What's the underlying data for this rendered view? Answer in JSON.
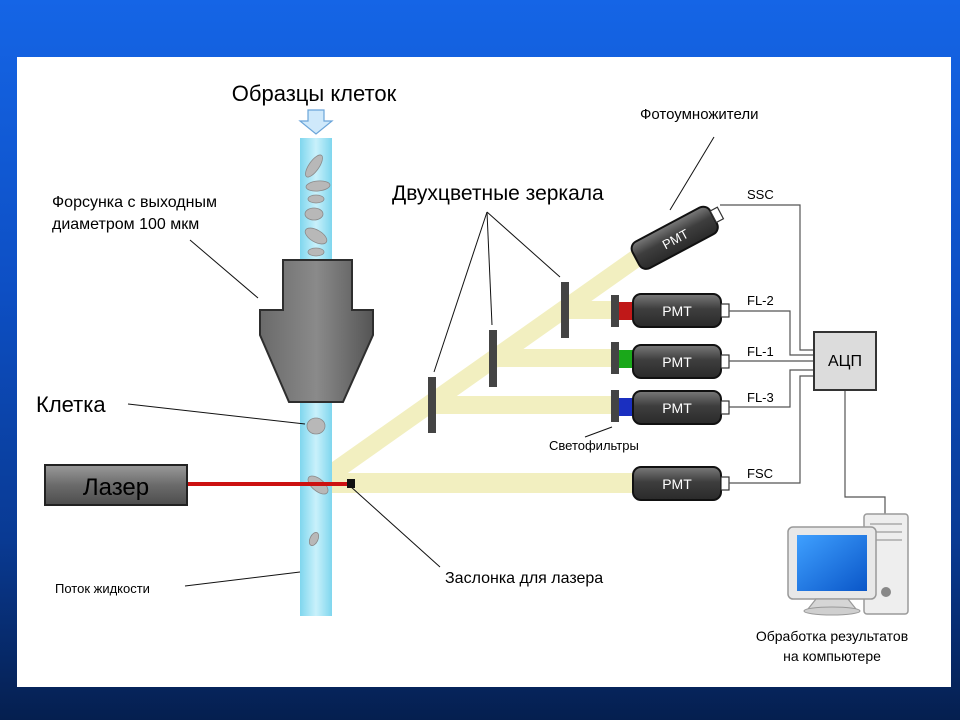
{
  "labels": {
    "samples": "Образцы клеток",
    "nozzle_line1": "Форсунка с выходным",
    "nozzle_line2": "диаметром 100 мкм",
    "cell": "Клетка",
    "laser": "Лазер",
    "fluid_flow": "Поток жидкости",
    "laser_stop": "Заслонка для лазера",
    "dichroic_mirrors": "Двухцветные зеркала",
    "photomultipliers": "Фотоумножители",
    "filters": "Светофильтры",
    "adc": "АЦП",
    "computer_line1": "Обработка результатов",
    "computer_line2": "на компьютере"
  },
  "pmts": [
    {
      "label": "PMT",
      "channel": "SSC",
      "filter_color": ""
    },
    {
      "label": "PMT",
      "channel": "FL-2",
      "filter_color": "#c01818"
    },
    {
      "label": "PMT",
      "channel": "FL-1",
      "filter_color": "#1aa81a"
    },
    {
      "label": "PMT",
      "channel": "FL-3",
      "filter_color": "#1a2fc0"
    },
    {
      "label": "PMT",
      "channel": "FSC",
      "filter_color": ""
    }
  ],
  "colors": {
    "laser_beam": "#cc1111",
    "light_path": "#f2efc0",
    "fluid_stream": "#a8e6f5",
    "pmt_body": "#4a4a4a",
    "background_top": "#1565e6",
    "background_bottom": "#051f4f"
  }
}
